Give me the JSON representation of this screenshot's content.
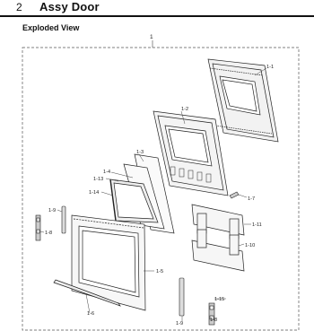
{
  "header": {
    "section_number": "2",
    "title": "Assy Door"
  },
  "view_title": "Exploded View",
  "assembly_number": "1",
  "parts": [
    {
      "id": "1-1"
    },
    {
      "id": "1-2"
    },
    {
      "id": "1-3"
    },
    {
      "id": "1-4"
    },
    {
      "id": "1-13"
    },
    {
      "id": "1-14"
    },
    {
      "id": "1-9"
    },
    {
      "id": "1-8"
    },
    {
      "id": "1-5"
    },
    {
      "id": "1-6"
    },
    {
      "id": "1-7"
    },
    {
      "id": "1-11"
    },
    {
      "id": "1-10"
    },
    {
      "id": "1-15"
    },
    {
      "id": "1-9"
    },
    {
      "id": "1-8"
    }
  ]
}
